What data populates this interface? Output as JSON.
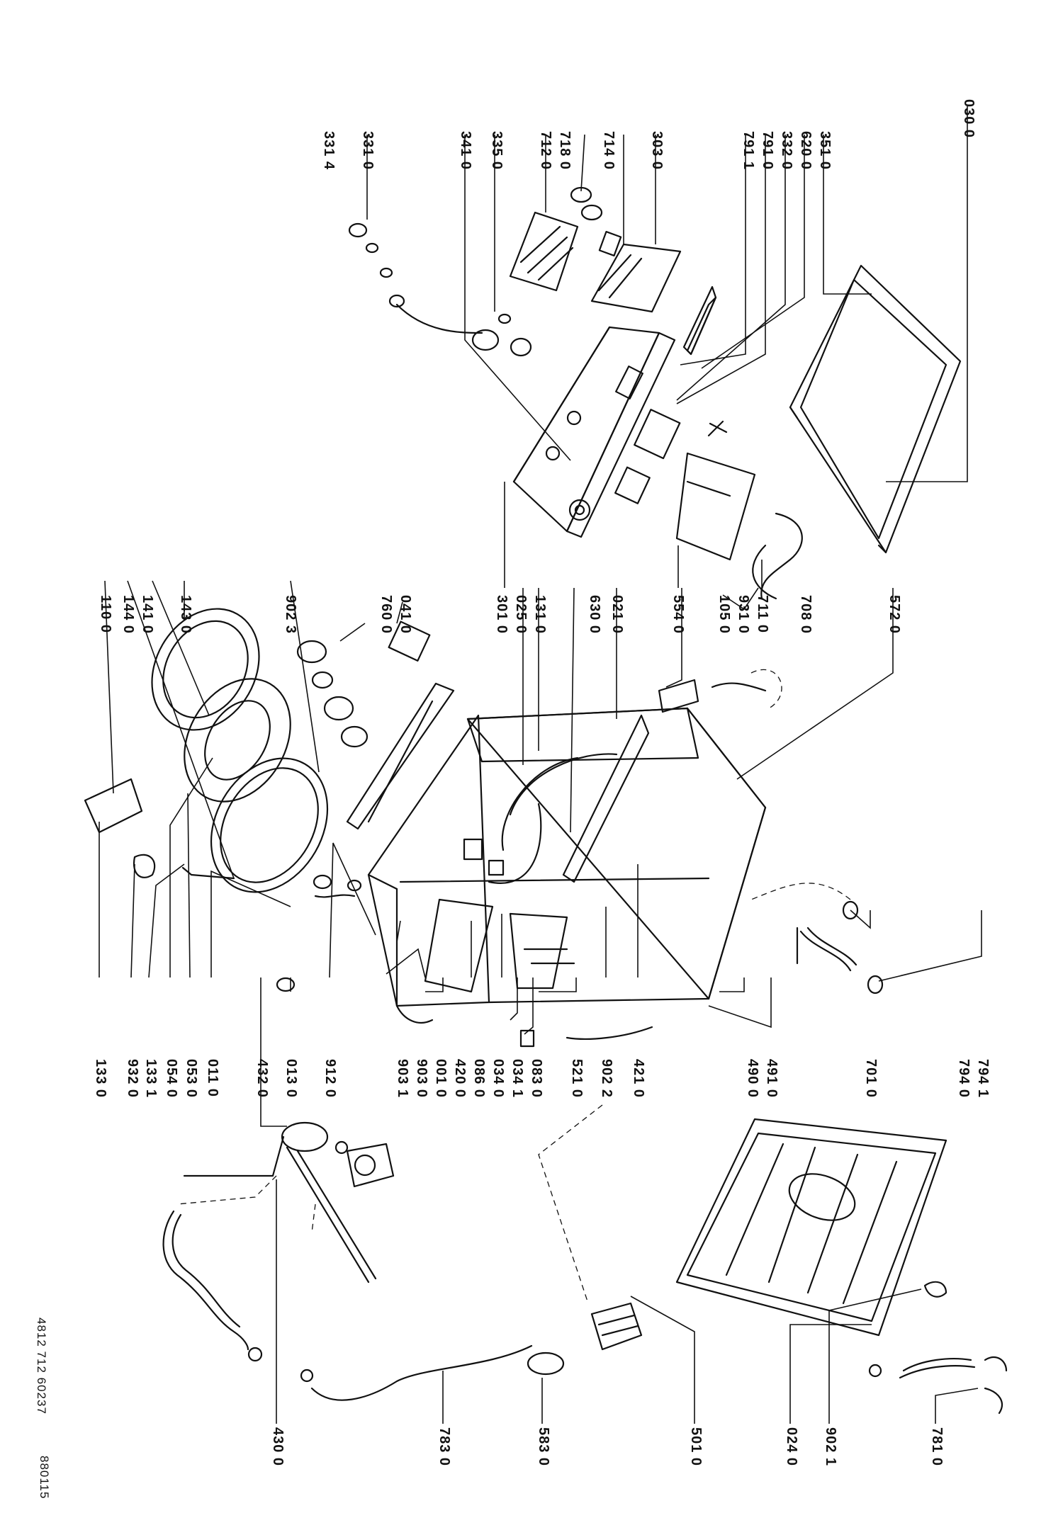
{
  "diagram": {
    "doc_number": "4812 712 60237",
    "date_code": "880115",
    "parts": {
      "p0300": "030 0",
      "p3510": "351 0",
      "p6200": "620 0",
      "p3320": "332 0",
      "p7910": "791 0",
      "p7911": "791 1",
      "p3030": "303 0",
      "p7140": "714 0",
      "p7180": "718 0",
      "p7120": "712 0",
      "p3350": "335 0",
      "p3410": "341 0",
      "p3310": "331 0",
      "p3314": "331 4",
      "p5720": "572 0",
      "p7080": "708 0",
      "p5540": "554 0",
      "p7110": "711 0",
      "p9310": "931 0",
      "p1050": "105 0",
      "p0210": "021 0",
      "p6300": "630 0",
      "p1310": "131 0",
      "p0250": "025 0",
      "p3010": "301 0",
      "p0410": "041 0",
      "p7600": "760 0",
      "p9023": "902 3",
      "p1430": "143 0",
      "p1410": "141 0",
      "p1440": "144 0",
      "p1100": "110 0",
      "p7941": "794 1",
      "p7940": "794 0",
      "p7010": "701 0",
      "p4910": "491 0",
      "p4900": "490 0",
      "p4210": "421 0",
      "p9022": "902 2",
      "p5210": "521 0",
      "p0830": "083 0",
      "p0341": "034 1",
      "p0340": "034 0",
      "p0860": "086 0",
      "p4200": "420 0",
      "p0010": "001 0",
      "p9030": "903 0",
      "p9031": "903 1",
      "p9120": "912 0",
      "p0130": "013 0",
      "p4320": "432 0",
      "p0110": "011 0",
      "p0530": "053 0",
      "p0540": "054 0",
      "p1331": "133 1",
      "p9320": "932 0",
      "p1330": "133 0",
      "p7810": "781 0",
      "p9021": "902 1",
      "p0240": "024 0",
      "p5010": "501 0",
      "p5830": "583 0",
      "p7830": "783 0",
      "p4300": "430 0"
    }
  }
}
